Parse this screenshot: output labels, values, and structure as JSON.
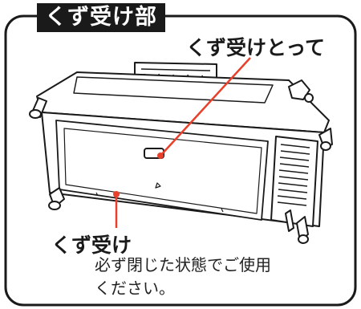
{
  "header": {
    "title": "くず受け部"
  },
  "labels": {
    "handle": "くず受けとって",
    "tray": "くず受け"
  },
  "note": {
    "line1": "必ず閉じた状態でご使用",
    "line2": "ください。"
  },
  "colors": {
    "pointer": "#e8402a",
    "outline": "#1a1a1a",
    "fill": "#ffffff"
  }
}
